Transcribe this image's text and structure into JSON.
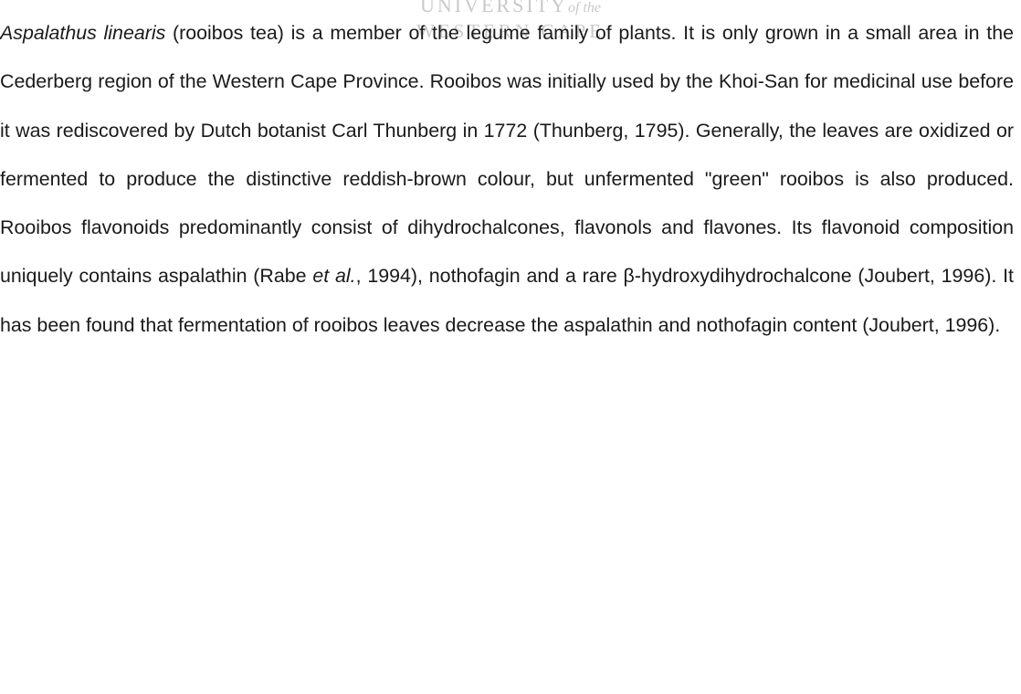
{
  "watermark": {
    "line1_main": "UNIVERSITY",
    "line1_of": "of the",
    "line2": "WESTERN CAPE"
  },
  "paragraph": {
    "species": "Aspalathus linearis",
    "s1": " (rooibos tea) is a member of the legume family of plants. It is only grown in a small area in the Cederberg region of the Western Cape Province. Rooibos was initially used by the Khoi-San for medicinal use before it was rediscovered by Dutch botanist Carl Thunberg in 1772 (Thunberg, 1795). Generally, the leaves are oxidized or fermented to produce the distinctive reddish-brown colour, but unfermented \"green\" rooibos is also produced. Rooibos flavonoids predominantly consist of dihydrochalcones, flavonols and flavones.  Its flavonoid composition uniquely contains aspalathin (Rabe ",
    "etal": "et al.",
    "s2": ", 1994), nothofagin and a rare β-hydroxydihydrochalcone (Joubert, 1996). It has been found that fermentation of rooibos leaves decrease the aspalathin and nothofagin content (Joubert, 1996)."
  }
}
